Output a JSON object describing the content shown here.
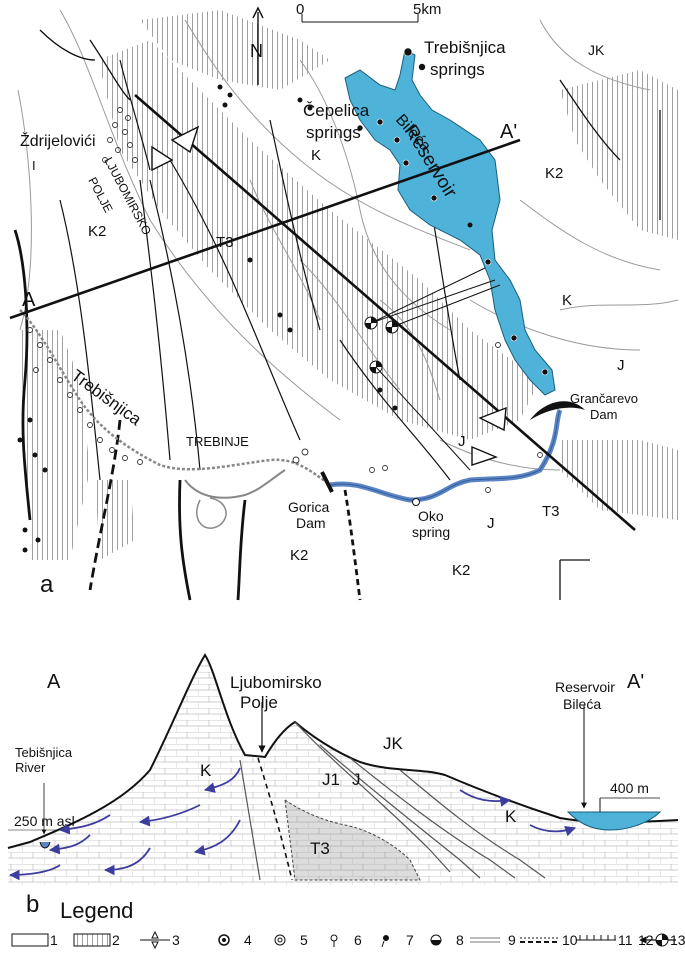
{
  "panel_a": {
    "panel_label": "a",
    "north_label": "N",
    "scale": {
      "start": "0",
      "end": "5km"
    },
    "section_start": "A",
    "section_end": "A'",
    "places": {
      "trebisnjica_springs": [
        "Trebišnjica",
        "springs"
      ],
      "cepelica_springs": [
        "Čepelica",
        "springs"
      ],
      "reservoir": [
        "Bileća",
        "Reservoir"
      ],
      "zdrijelovici": "Ždrijelovići",
      "ljubomirsko_polje": [
        "LJUBOMIRSKO",
        "POLJE"
      ],
      "river": "Trebišnjica",
      "trebinje": "TREBINJE",
      "gorica_dam": [
        "Gorica",
        "Dam"
      ],
      "oko_spring": [
        "Oko",
        "spring"
      ],
      "grancarevo_dam": [
        "Grančarevo",
        "Dam"
      ]
    },
    "units": {
      "jk": "JK",
      "k2_east": "K2",
      "k_cepelica": "K",
      "k2_west": "K2",
      "t3_north": "T3",
      "k_east": "K",
      "j_east": "J",
      "j_south": "J",
      "j_lower": "J",
      "t3_south": "T3",
      "k2_south": "K2",
      "k2_bottom": "K2",
      "i_west": "I"
    }
  },
  "panel_b": {
    "panel_label": "b",
    "section_start": "A",
    "section_end": "A'",
    "ljubomirsko_polje": [
      "Ljubomirsko",
      "Polje"
    ],
    "reservoir": [
      "Reservoir",
      "Bileća"
    ],
    "river": [
      "Tebišnjica",
      "River"
    ],
    "elevation": "250 m asl",
    "reservoir_level": "400 m",
    "units": {
      "k_west": "K",
      "j1": "J1",
      "j": "J",
      "jk": "JK",
      "t3": "T3",
      "k_east": "K"
    }
  },
  "legend": {
    "title": "Legend",
    "items": [
      "1",
      "2",
      "3",
      "4",
      "5",
      "6",
      "7",
      "8",
      "9",
      "10",
      "11",
      "12",
      "13"
    ]
  },
  "colors": {
    "reservoir": "#4fb3d9",
    "river": "#5b86c5",
    "flow_arrows": "#3d3d9e",
    "hatch": "#777777",
    "t3_fill": "#dcdcdc",
    "ink": "#111111"
  }
}
